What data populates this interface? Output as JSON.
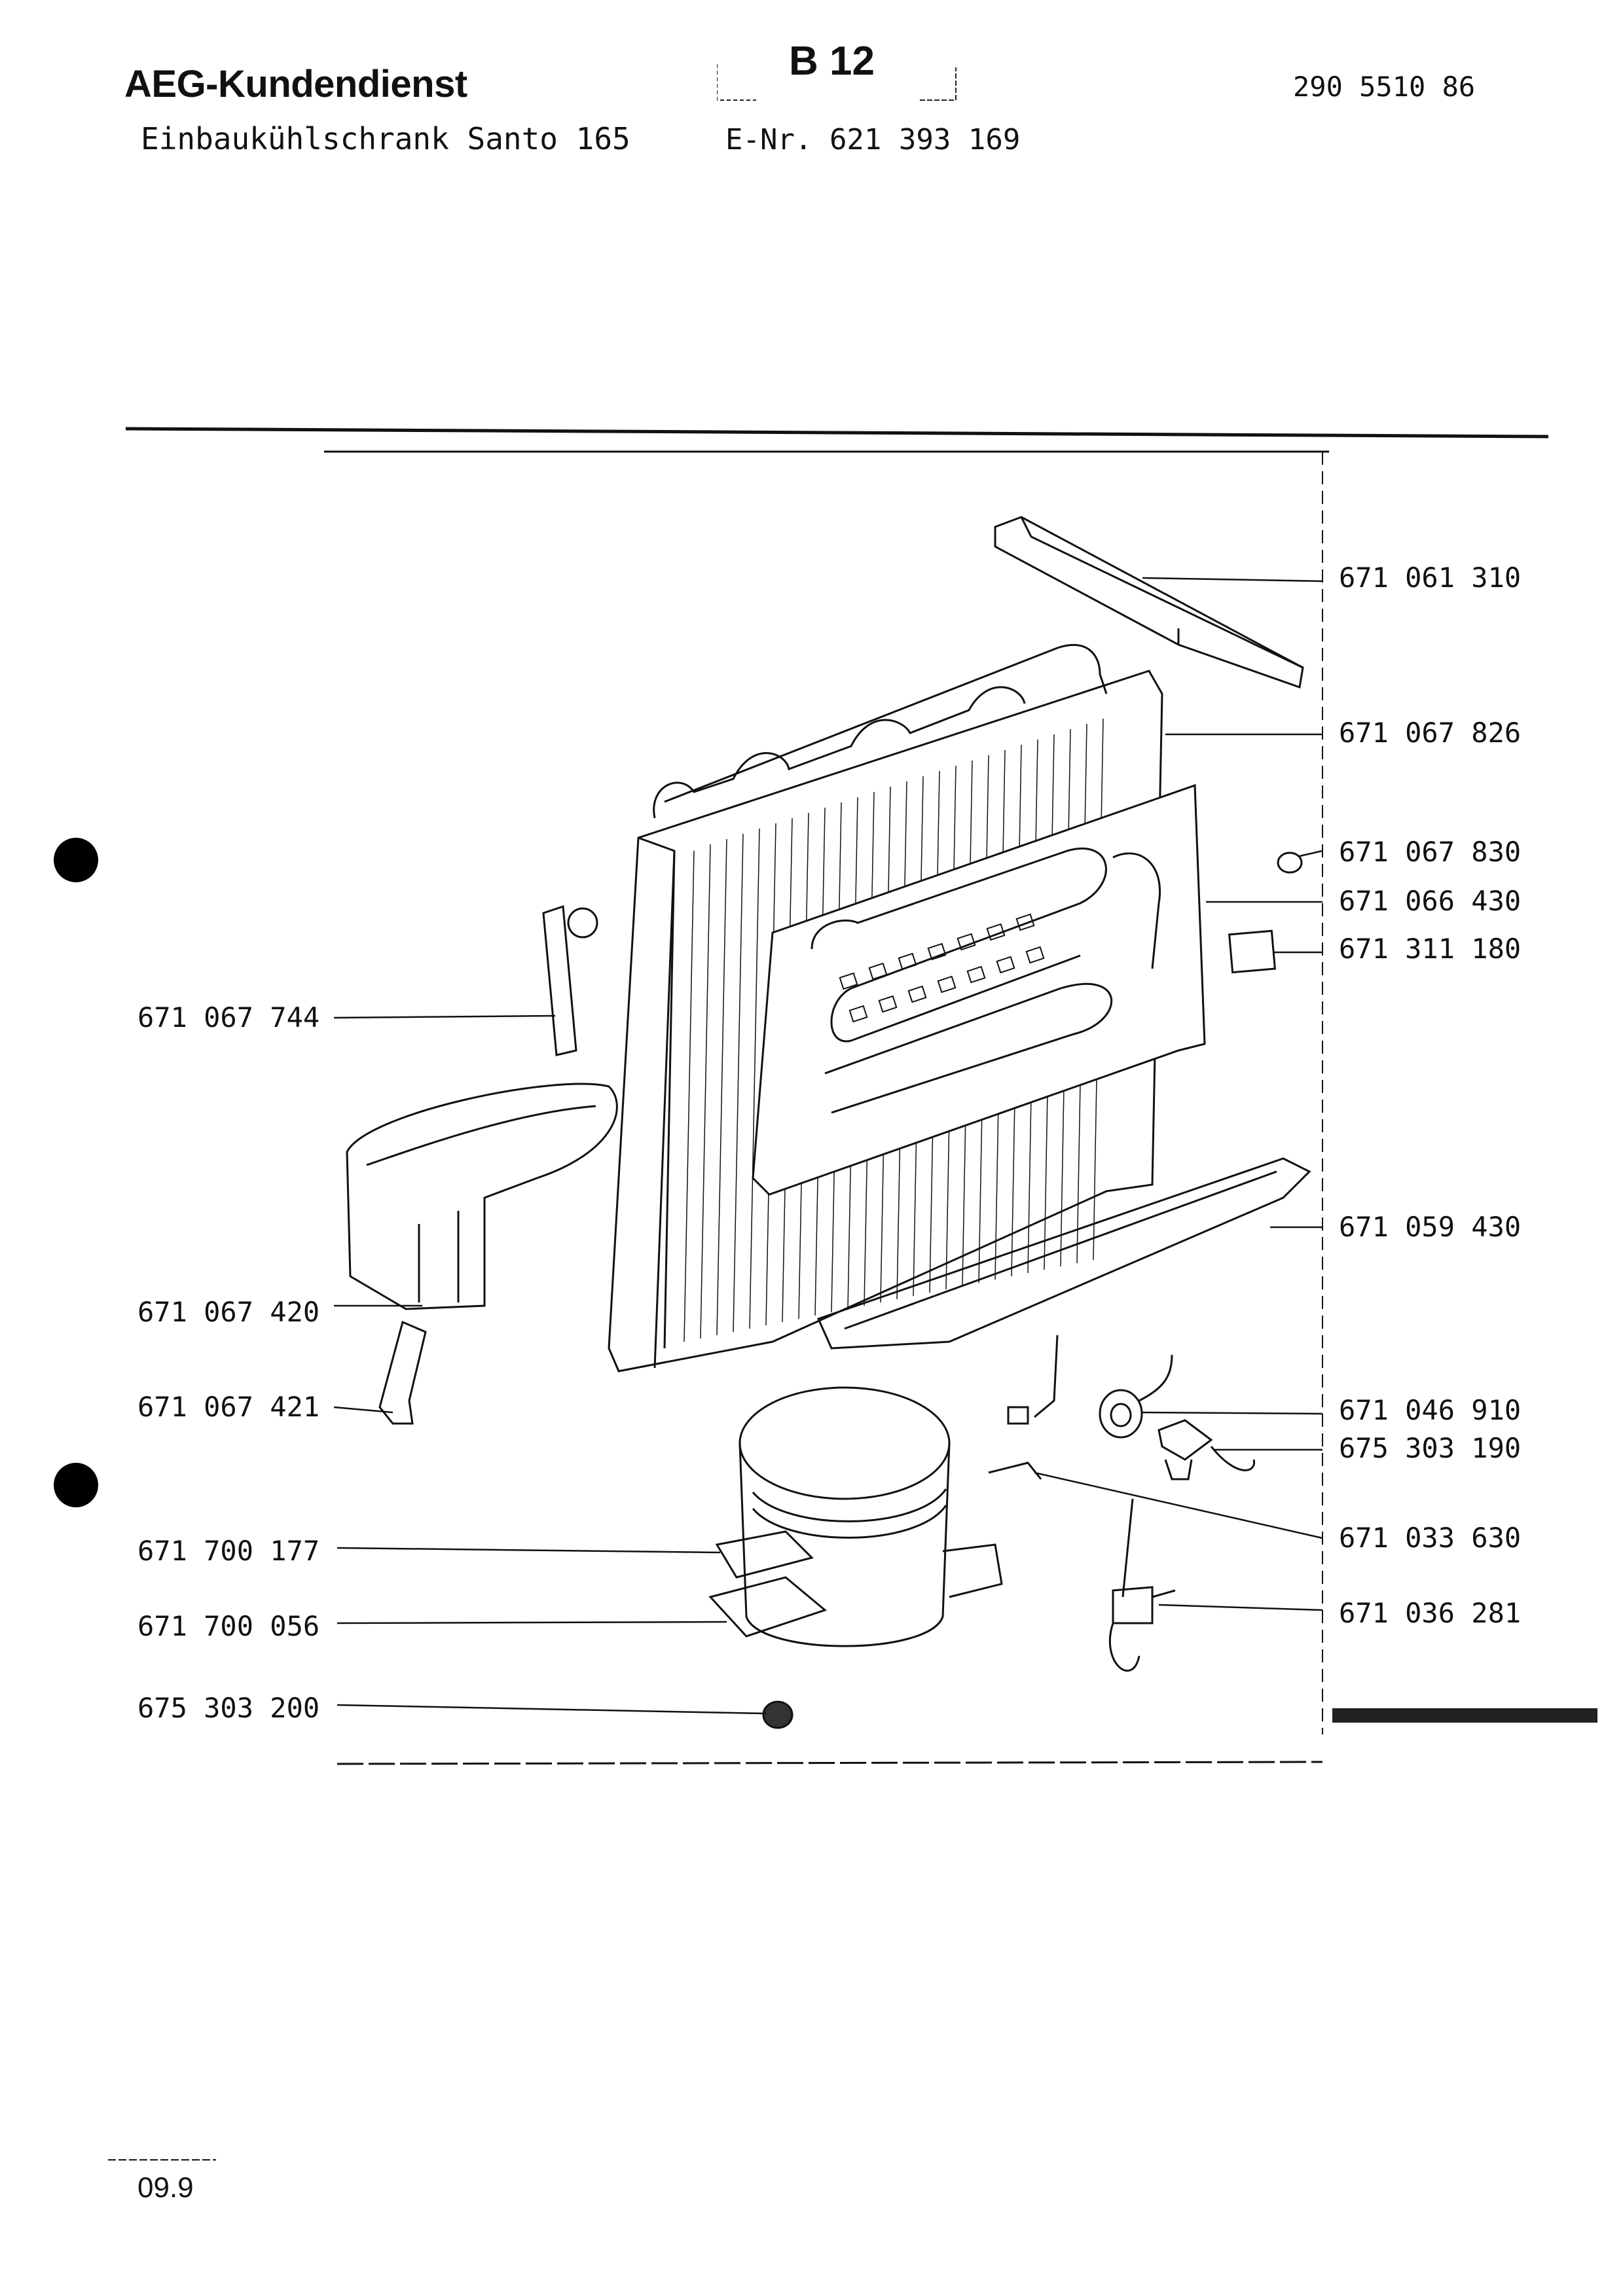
{
  "header": {
    "brand": "AEG-Kundendienst",
    "model": "Einbaukühlschrank Santo 165",
    "page_code": "B 12",
    "e_number": "E-Nr. 621 393 169",
    "document_number": "290 5510 86"
  },
  "parts_right": [
    {
      "part_number": "671 061 310"
    },
    {
      "part_number": "671 067 826"
    },
    {
      "part_number": "671 067 830"
    },
    {
      "part_number": "671 066 430"
    },
    {
      "part_number": "671 311 180"
    },
    {
      "part_number": "671 059 430"
    },
    {
      "part_number": "671 046 910"
    },
    {
      "part_number": "675 303 190"
    },
    {
      "part_number": "671 033 630"
    },
    {
      "part_number": "671 036 281"
    }
  ],
  "parts_left": [
    {
      "part_number": "671 067 744"
    },
    {
      "part_number": "671 067 420"
    },
    {
      "part_number": "671 067 421"
    },
    {
      "part_number": "671 700 177"
    },
    {
      "part_number": "671 700 056"
    },
    {
      "part_number": "675 303 200"
    }
  ],
  "footer": {
    "date_code": "09.9"
  }
}
